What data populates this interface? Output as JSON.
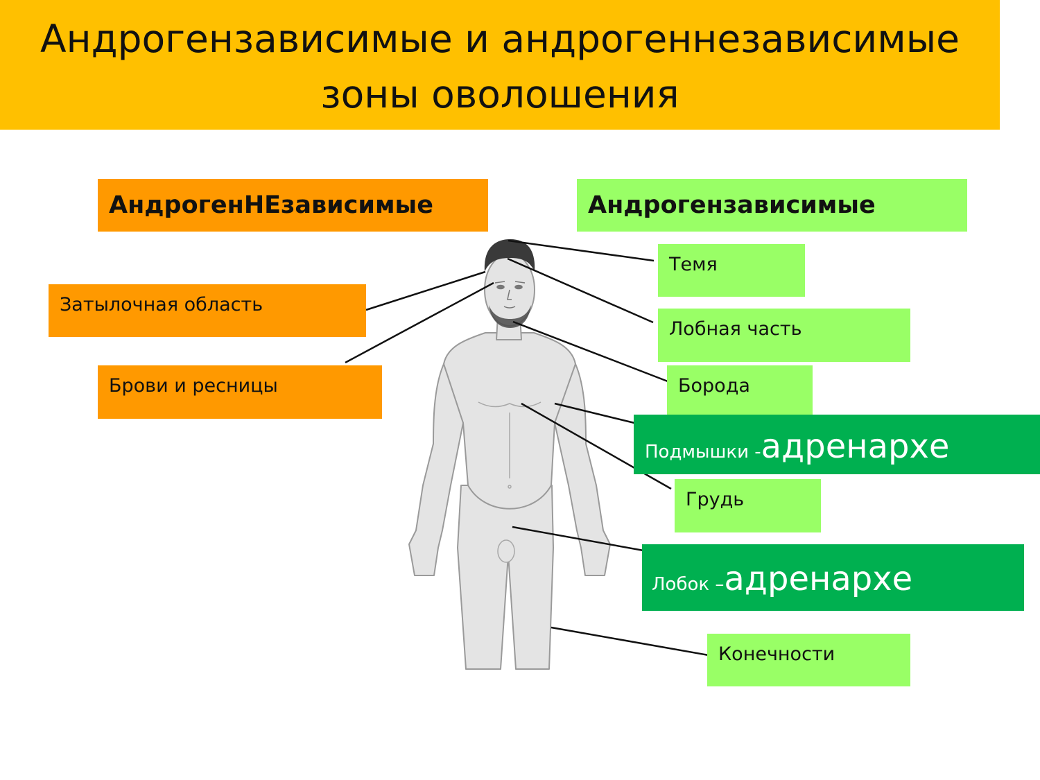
{
  "title": {
    "line1": "Андрогензависимые и андрогеннезависимые",
    "line2": "зоны оволошения"
  },
  "left_header": "АндрогенНЕзависимые",
  "right_header": "Андрогензависимые",
  "left_labels": {
    "occiput": "Затылочная область",
    "brows": "Брови и ресницы"
  },
  "right_labels": {
    "crown": "Темя",
    "forehead": "Лобная часть",
    "beard": "Борода",
    "armpits_prefix": "Подмышки -",
    "armpits_suffix": "адренархе",
    "chest": "Грудь",
    "pubis_prefix": "Лобок –",
    "pubis_suffix": "адренархе",
    "limbs": "Конечности"
  },
  "colors": {
    "title_bg": "#ffc000",
    "left_box": "#ff9900",
    "right_box_light": "#99ff66",
    "right_box_dark": "#00b050",
    "body_fill": "#e4e4e4",
    "hair": "#3a3a3a"
  },
  "icons": [
    "human-body-figure-icon"
  ]
}
